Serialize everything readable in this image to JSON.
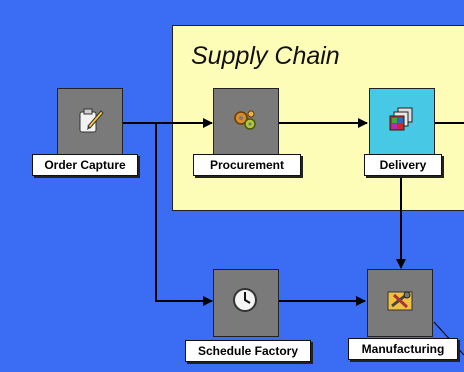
{
  "diagram": {
    "group": {
      "title": "Supply Chain"
    },
    "nodes": {
      "order_capture": {
        "label": "Order Capture",
        "icon": "clipboard-pencil-icon"
      },
      "procurement": {
        "label": "Procurement",
        "icon": "gears-icon"
      },
      "delivery": {
        "label": "Delivery",
        "icon": "stacked-boxes-icon"
      },
      "schedule_factory": {
        "label": "Schedule Factory",
        "icon": "clock-icon"
      },
      "manufacturing": {
        "label": "Manufacturing",
        "icon": "tools-icon"
      }
    },
    "colors": {
      "background": "#3b6cf4",
      "group_fill": "#fdfdb8",
      "node_fill": "#7a7a7a",
      "delivery_fill": "#47c8e4"
    }
  }
}
